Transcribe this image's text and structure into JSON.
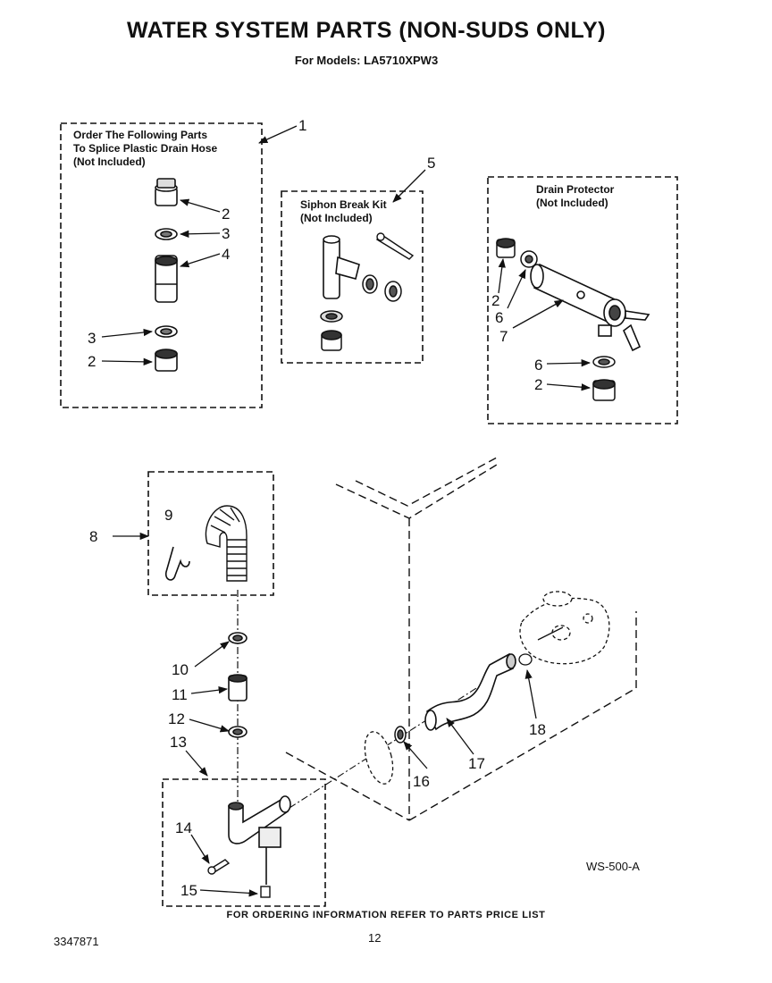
{
  "title": "WATER SYSTEM PARTS  (NON-SUDS ONLY)",
  "subtitle": "For Models: LA5710XPW3",
  "boxes": {
    "splice": {
      "line1": "Order The Following Parts",
      "line2": "To Splice Plastic Drain Hose",
      "line3": "(Not Included)"
    },
    "siphon": {
      "line1": "Siphon Break Kit",
      "line2": "(Not Included)"
    },
    "protector": {
      "line1": "Drain Protector",
      "line2": "(Not Included)"
    }
  },
  "labels": {
    "l1": "1",
    "l2a": "2",
    "l3a": "3",
    "l4": "4",
    "l3b": "3",
    "l2b": "2",
    "l5": "5",
    "l2c": "2",
    "l6a": "6",
    "l7": "7",
    "l6b": "6",
    "l2d": "2",
    "l8": "8",
    "l9": "9",
    "l10": "10",
    "l11": "11",
    "l12": "12",
    "l13": "13",
    "l14": "14",
    "l15": "15",
    "l16": "16",
    "l17": "17",
    "l18": "18"
  },
  "figure_ref": "WS-500-A",
  "footer_note": "FOR ORDERING INFORMATION REFER TO PARTS PRICE LIST",
  "doc_number": "3347871",
  "page_number": "12"
}
